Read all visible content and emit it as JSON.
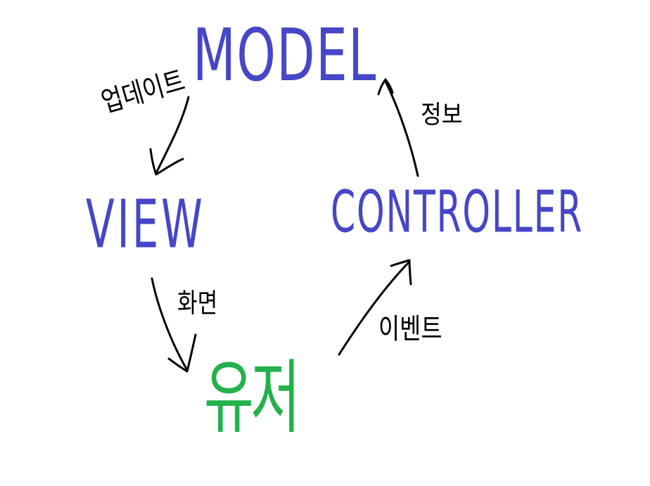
{
  "nodes": {
    "model": "MODEL",
    "view": "VIEW",
    "controller": "CONTROLLER",
    "user": "유저"
  },
  "edge_labels": {
    "model_to_view": "업데이트",
    "controller_to_model": "정보",
    "view_to_user": "화면",
    "user_to_controller": "이벤트"
  },
  "colors": {
    "component_text": "#4646c8",
    "user_text": "#22b14c",
    "arrows_and_labels": "#000000",
    "background": "#ffffff"
  }
}
